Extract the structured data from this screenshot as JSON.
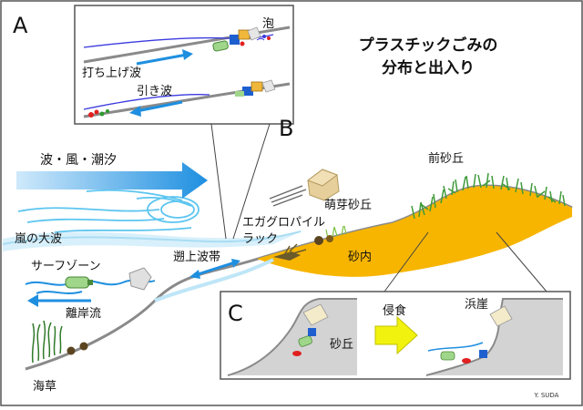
{
  "title": {
    "line1": "プラスチックごみの",
    "line2": "分布と出入り"
  },
  "panel_labels": {
    "a": "A",
    "b": "B",
    "c": "C"
  },
  "labels": {
    "waves_wind_tide": "波・風・潮汐",
    "storm_waves": "嵐の大波",
    "surf_zone": "サーフゾーン",
    "rip_current": "離岸流",
    "seaweed": "海草",
    "swash_zone": "遡上波帯",
    "wrack_line1": "エガグロパイル",
    "wrack_line2": "ラック",
    "in_sand": "砂内",
    "embryo_dune": "萌芽砂丘",
    "foredune": "前砂丘",
    "foam": "泡",
    "uprush": "打ち上げ波",
    "backwash": "引き波",
    "erosion": "侵食",
    "dune": "砂丘",
    "cliff": "浜崖",
    "credit": "Y. SUDA"
  },
  "colors": {
    "arrow_blue": "#1e8fe0",
    "sand_orange": "#f7b500",
    "slope_gray": "#8a8a8a",
    "dune_gray": "#d3d3d3",
    "erosion_yellow": "#f2f20f",
    "water_light": "#bfe6f7"
  }
}
